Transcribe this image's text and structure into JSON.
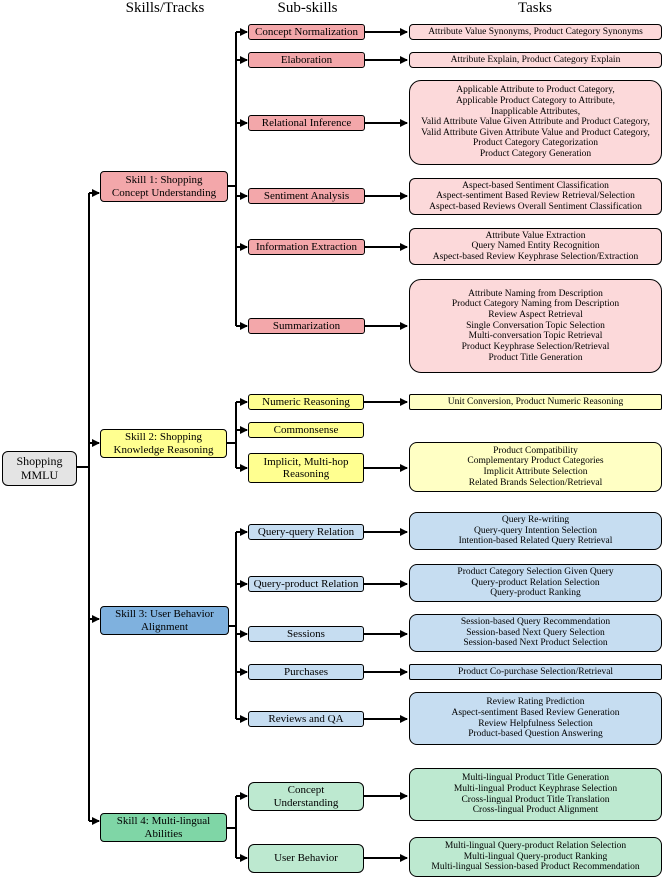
{
  "headers": {
    "skills": "Skills/Tracks",
    "subskills": "Sub-skills",
    "tasks": "Tasks"
  },
  "root": {
    "label": [
      "Shopping",
      "MMLU"
    ]
  },
  "skills": [
    {
      "label": [
        "Skill 1: Shopping",
        "Concept Understanding"
      ],
      "color": "#f3a7aa"
    },
    {
      "label": [
        "Skill 2: Shopping",
        "Knowledge Reasoning"
      ],
      "color": "#ffff90"
    },
    {
      "label": [
        "Skill 3: User Behavior",
        "Alignment"
      ],
      "color": "#7fb1de"
    },
    {
      "label": [
        "Skill 4: Multi-lingual",
        "Abilities"
      ],
      "color": "#7fd6a6"
    }
  ],
  "subskills": [
    {
      "label": [
        "Concept Normalization"
      ]
    },
    {
      "label": [
        "Elaboration"
      ]
    },
    {
      "label": [
        "Relational Inference"
      ]
    },
    {
      "label": [
        "Sentiment Analysis"
      ]
    },
    {
      "label": [
        "Information Extraction"
      ]
    },
    {
      "label": [
        "Summarization"
      ]
    },
    {
      "label": [
        "Numeric Reasoning"
      ]
    },
    {
      "label": [
        "Commonsense"
      ]
    },
    {
      "label": [
        "Implicit, Multi-hop",
        "Reasoning"
      ]
    },
    {
      "label": [
        "Query-query Relation"
      ]
    },
    {
      "label": [
        "Query-product Relation"
      ]
    },
    {
      "label": [
        "Sessions"
      ]
    },
    {
      "label": [
        "Purchases"
      ]
    },
    {
      "label": [
        "Reviews and QA"
      ]
    },
    {
      "label": [
        "Concept",
        "Understanding"
      ]
    },
    {
      "label": [
        "User Behavior"
      ]
    }
  ],
  "tasks": [
    {
      "lines": [
        "Attribute Value Synonyms, Product Category Synonyms"
      ]
    },
    {
      "lines": [
        "Attribute Explain, Product Category Explain"
      ]
    },
    {
      "lines": [
        "Applicable Attribute to Product Category,",
        "Applicable Product Category to Attribute,",
        "Inapplicable Attributes,",
        "Valid Attribute Value Given Attribute and Product Category,",
        "Valid Attribute Given Attribute Value and Product Category,",
        "Product Category Categorization",
        "Product Category Generation"
      ]
    },
    {
      "lines": [
        "Aspect-based Sentiment Classification",
        "Aspect-sentiment Based Review Retrieval/Selection",
        "Aspect-based Reviews Overall Sentiment Classification"
      ]
    },
    {
      "lines": [
        "Attribute Value Extraction",
        "Query Named Entity Recognition",
        "Aspect-based Review Keyphrase Selection/Extraction"
      ]
    },
    {
      "lines": [
        "Attribute Naming from Description",
        "Product Category Naming from Description",
        "Review Aspect Retrieval",
        "Single Conversation Topic Selection",
        "Multi-conversation Topic Retrieval",
        "Product Keyphrase Selection/Retrieval",
        "Product Title Generation"
      ]
    },
    {
      "lines": [
        "Unit Conversion, Product Numeric Reasoning"
      ]
    },
    {
      "lines": [
        "Product Compatibility",
        "Complementary Product Categories",
        "Implicit Attribute Selection",
        "Related Brands Selection/Retrieval"
      ]
    },
    {
      "lines": [
        "Query Re-writing",
        "Query-query Intention Selection",
        "Intention-based Related Query Retrieval"
      ]
    },
    {
      "lines": [
        "Product Category Selection Given Query",
        "Query-product Relation Selection",
        "Query-product Ranking"
      ]
    },
    {
      "lines": [
        "Session-based Query Recommendation",
        "Session-based Next Query Selection",
        "Session-based Next Product Selection"
      ]
    },
    {
      "lines": [
        "Product Co-purchase Selection/Retrieval"
      ]
    },
    {
      "lines": [
        "Review Rating Prediction",
        "Aspect-sentiment Based Review Generation",
        "Review Helpfulness Selection",
        "Product-based Question Answering"
      ]
    },
    {
      "lines": [
        "Multi-lingual Product Title Generation",
        "Multi-lingual Product Keyphrase Selection",
        "Cross-lingual Product Title Translation",
        "Cross-lingual Product Alignment"
      ]
    },
    {
      "lines": [
        "Multi-lingual Query-product Relation Selection",
        "Multi-lingual Query-product Ranking",
        "Multi-lingual Session-based Product Recommendation"
      ]
    }
  ]
}
